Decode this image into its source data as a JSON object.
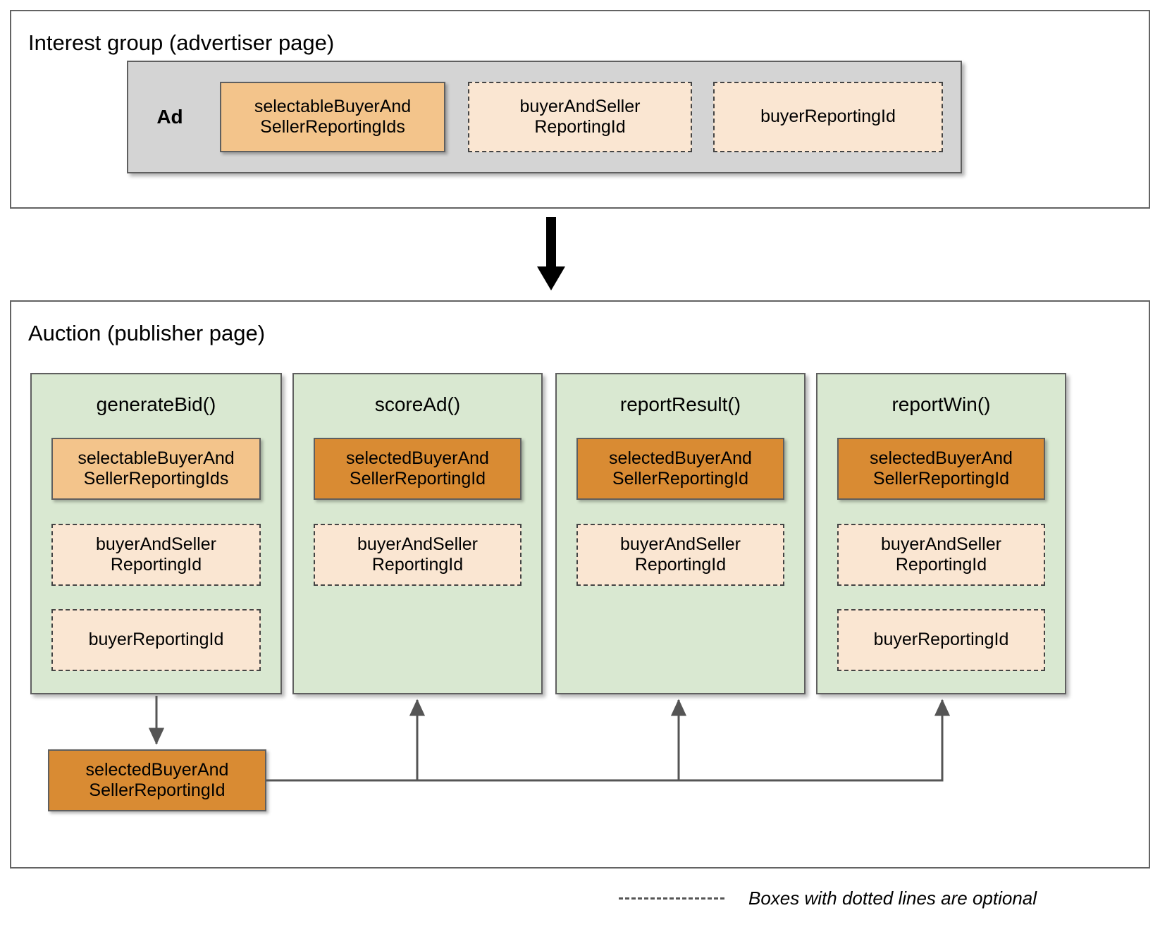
{
  "sections": {
    "interest_group": {
      "title": "Interest group (advertiser page)",
      "ad_label": "Ad",
      "chips": [
        {
          "text": "selectableBuyerAnd\nSellerReportingIds",
          "style": "solid-light"
        },
        {
          "text": "buyerAndSeller\nReportingId",
          "style": "dashed"
        },
        {
          "text": "buyerReportingId",
          "style": "dashed"
        }
      ]
    },
    "auction": {
      "title": "Auction (publisher page)",
      "columns": [
        {
          "title": "generateBid()",
          "chips": [
            {
              "text": "selectableBuyerAnd\nSellerReportingIds",
              "style": "solid-light"
            },
            {
              "text": "buyerAndSeller\nReportingId",
              "style": "dashed"
            },
            {
              "text": "buyerReportingId",
              "style": "dashed"
            }
          ]
        },
        {
          "title": "scoreAd()",
          "chips": [
            {
              "text": "selectedBuyerAnd\nSellerReportingId",
              "style": "solid-dark"
            },
            {
              "text": "buyerAndSeller\nReportingId",
              "style": "dashed"
            }
          ]
        },
        {
          "title": "reportResult()",
          "chips": [
            {
              "text": "selectedBuyerAnd\nSellerReportingId",
              "style": "solid-dark"
            },
            {
              "text": "buyerAndSeller\nReportingId",
              "style": "dashed"
            }
          ]
        },
        {
          "title": "reportWin()",
          "chips": [
            {
              "text": "selectedBuyerAnd\nSellerReportingId",
              "style": "solid-dark"
            },
            {
              "text": "buyerAndSeller\nReportingId",
              "style": "dashed"
            },
            {
              "text": "buyerReportingId",
              "style": "dashed"
            }
          ]
        }
      ],
      "selected_node": {
        "text": "selectedBuyerAnd\nSellerReportingId",
        "style": "solid-dark"
      }
    }
  },
  "legend": {
    "text": "Boxes with dotted lines are optional"
  },
  "colors": {
    "frame_border": "#636363",
    "ad_container_bg": "#d4d4d4",
    "column_bg": "#d9e8d1",
    "chip_solid_light": "#f3c48b",
    "chip_solid_dark": "#d98b33",
    "chip_dashed_bg": "#fae6d2",
    "chip_border": "#5f5f5f",
    "arrow": "#000000",
    "connector": "#555555"
  }
}
